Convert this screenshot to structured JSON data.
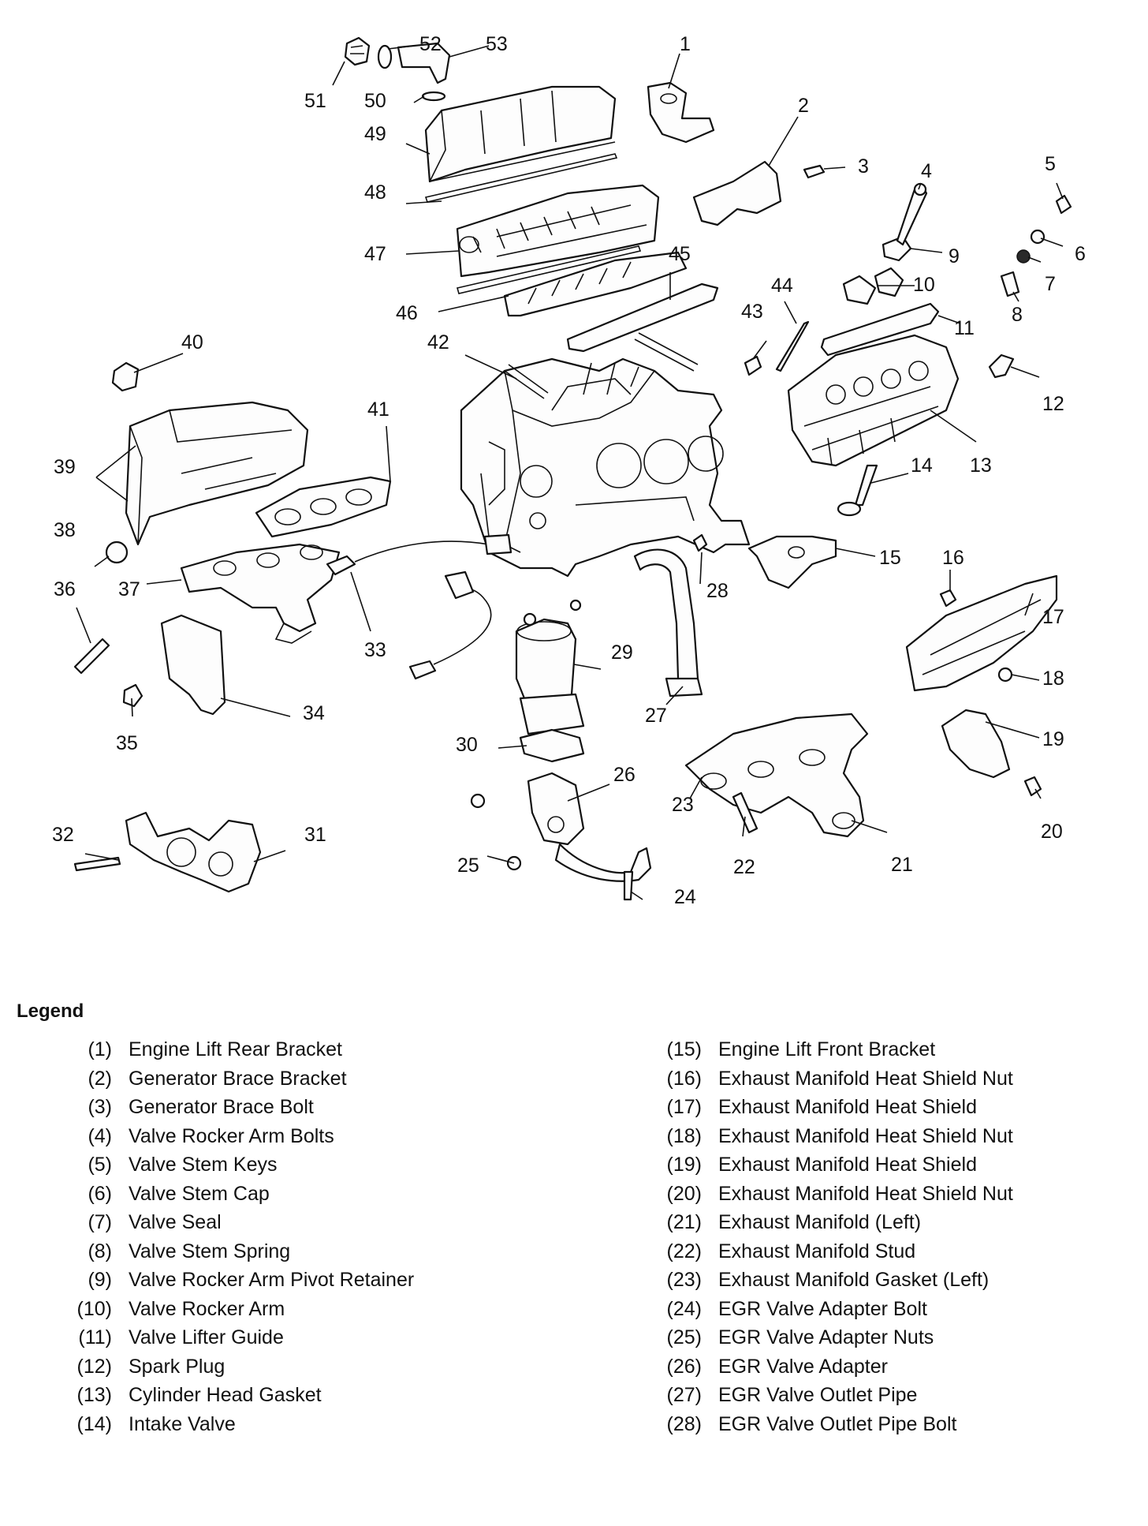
{
  "callouts": [
    "1",
    "2",
    "3",
    "4",
    "5",
    "6",
    "7",
    "8",
    "9",
    "10",
    "11",
    "12",
    "13",
    "14",
    "15",
    "16",
    "17",
    "18",
    "19",
    "20",
    "21",
    "22",
    "23",
    "24",
    "25",
    "26",
    "27",
    "28",
    "29",
    "30",
    "31",
    "32",
    "33",
    "34",
    "35",
    "36",
    "37",
    "38",
    "39",
    "40",
    "41",
    "42",
    "43",
    "44",
    "45",
    "46",
    "47",
    "48",
    "49",
    "50",
    "51",
    "52",
    "53"
  ],
  "legend": {
    "title": "Legend",
    "left": [
      {
        "num": "(1)",
        "label": "Engine Lift Rear Bracket"
      },
      {
        "num": "(2)",
        "label": "Generator Brace Bracket"
      },
      {
        "num": "(3)",
        "label": "Generator Brace Bolt"
      },
      {
        "num": "(4)",
        "label": "Valve Rocker Arm Bolts"
      },
      {
        "num": "(5)",
        "label": "Valve Stem Keys"
      },
      {
        "num": "(6)",
        "label": "Valve Stem Cap"
      },
      {
        "num": "(7)",
        "label": "Valve Seal"
      },
      {
        "num": "(8)",
        "label": "Valve Stem Spring"
      },
      {
        "num": "(9)",
        "label": "Valve Rocker Arm Pivot Retainer"
      },
      {
        "num": "(10)",
        "label": "Valve Rocker Arm"
      },
      {
        "num": "(11)",
        "label": "Valve Lifter Guide"
      },
      {
        "num": "(12)",
        "label": "Spark Plug"
      },
      {
        "num": "(13)",
        "label": "Cylinder Head Gasket"
      },
      {
        "num": "(14)",
        "label": "Intake Valve"
      }
    ],
    "right": [
      {
        "num": "(15)",
        "label": "Engine Lift Front Bracket"
      },
      {
        "num": "(16)",
        "label": "Exhaust Manifold Heat Shield Nut"
      },
      {
        "num": "(17)",
        "label": "Exhaust Manifold Heat Shield"
      },
      {
        "num": "(18)",
        "label": "Exhaust Manifold Heat Shield Nut"
      },
      {
        "num": "(19)",
        "label": "Exhaust Manifold Heat Shield"
      },
      {
        "num": "(20)",
        "label": "Exhaust Manifold Heat Shield Nut"
      },
      {
        "num": "(21)",
        "label": "Exhaust Manifold (Left)"
      },
      {
        "num": "(22)",
        "label": "Exhaust Manifold Stud"
      },
      {
        "num": "(23)",
        "label": "Exhaust Manifold Gasket (Left)"
      },
      {
        "num": "(24)",
        "label": "EGR Valve Adapter Bolt"
      },
      {
        "num": "(25)",
        "label": "EGR Valve Adapter Nuts"
      },
      {
        "num": "(26)",
        "label": "EGR Valve Adapter"
      },
      {
        "num": "(27)",
        "label": "EGR Valve Outlet Pipe"
      },
      {
        "num": "(28)",
        "label": "EGR Valve Outlet Pipe Bolt"
      }
    ]
  }
}
